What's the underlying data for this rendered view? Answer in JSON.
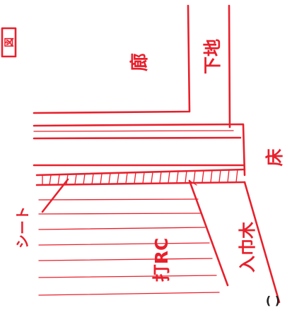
{
  "labels": {
    "figure_mark": "図",
    "corridor": "廊",
    "shitaji": "下地",
    "tatami": "床",
    "sheet": "シート",
    "concrete": "打RC",
    "entry_wood": "入巾木",
    "page_bracket": "( )"
  },
  "colors": {
    "ink": "#e8202c",
    "paper": "#ffffff"
  }
}
